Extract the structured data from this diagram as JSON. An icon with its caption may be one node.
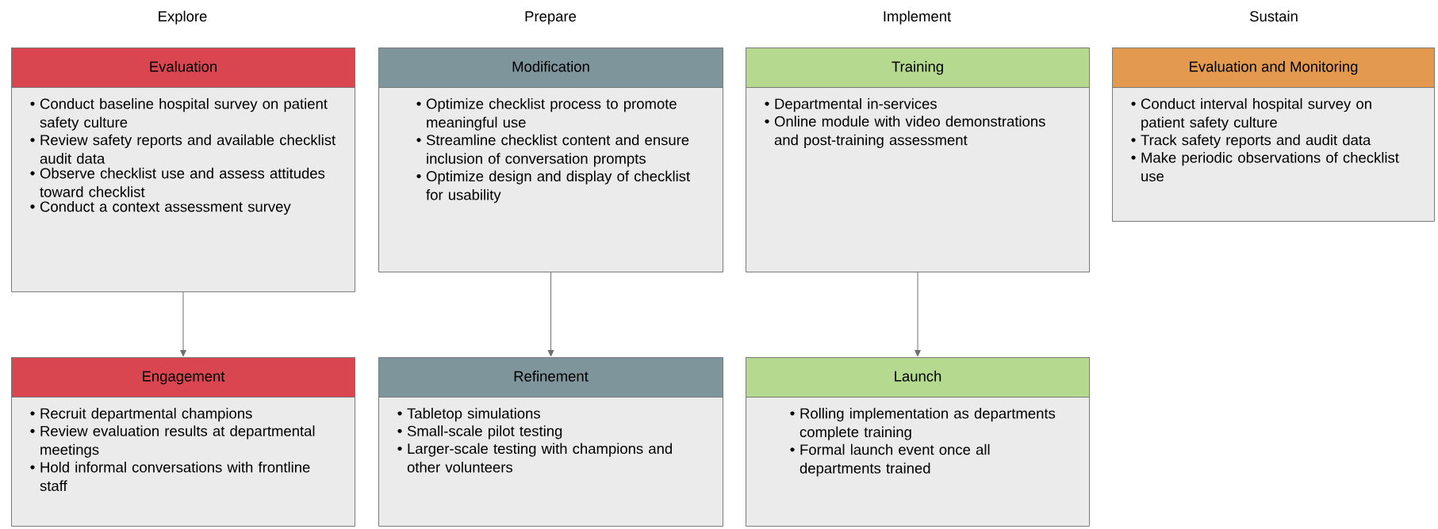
{
  "diagram": {
    "nodes": [
      {
        "text": [
          "Evaluation",
          "Conduct baseline hospital survey on patient safety culture",
          "Review safety reports and available checklist audit data",
          "Observe checklist use and assess attitudes toward checklist",
          "Conduct a context assessment survey"
        ]
      },
      {
        "text": [
          "Modification",
          "Optimize checklist process to promote meaningful use",
          "Streamline checklist content and ensure inclusion of conversation prompts",
          "Optimize design and display of checklist for usability"
        ]
      },
      {
        "text": [
          "Training",
          "Departmental in-services",
          "Online module with video demonstrations and post-training assessment"
        ]
      },
      {
        "text": [
          "Evaluation and Monitoring",
          "Conduct interval hospital survey on patient safety culture",
          "Track safety reports and audit data",
          "Make periodic observations of checklist use"
        ]
      },
      {
        "text": [
          "Engagement",
          "Recruit departmental champions",
          "Review evaluation results at departmental meetings",
          "Hold informal conversations with frontline staff"
        ]
      },
      {
        "text": [
          "Refinement",
          "Tabletop simulations",
          "Small-scale pilot testing",
          "Larger-scale testing with champions and other volunteers"
        ]
      },
      {
        "text": [
          "Launch",
          "Rolling implementation as departments complete training",
          "Formal launch event once all departments trained"
        ]
      }
    ],
    "edges": [
      {
        "from": 0,
        "to": 4,
        "arrow": "to"
      },
      {
        "from": 1,
        "to": 5,
        "arrow": "to"
      },
      {
        "from": 2,
        "to": 6,
        "arrow": "to"
      }
    ],
    "labels": [
      "Explore",
      "Prepare",
      "Implement",
      "Sustain"
    ]
  }
}
